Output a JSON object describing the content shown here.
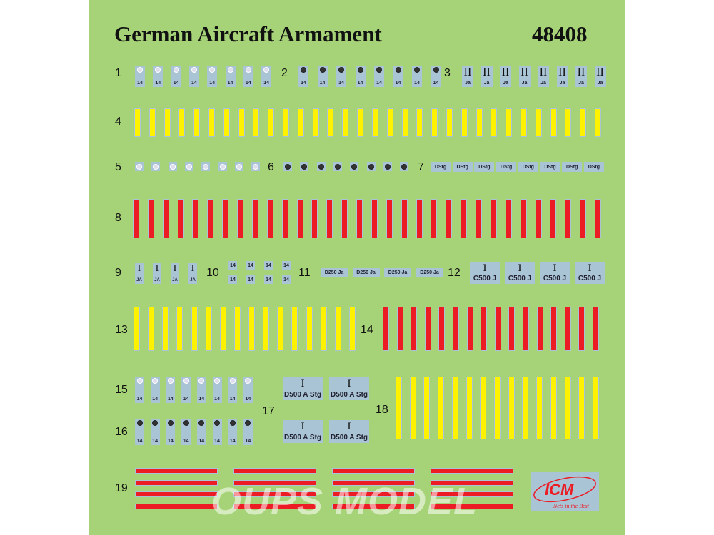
{
  "title": "German Aircraft Armament",
  "code": "48408",
  "labels": {
    "n1": "1",
    "n2": "2",
    "n3": "3",
    "n4": "4",
    "n5": "5",
    "n6": "6",
    "n7": "7",
    "n8": "8",
    "n9": "9",
    "n10": "10",
    "n11": "11",
    "n12": "12",
    "n13": "13",
    "n14": "14",
    "n15": "15",
    "n16": "16",
    "n17": "17",
    "n18": "18",
    "n19": "19"
  },
  "decals": {
    "set1": {
      "count": 8,
      "text": "14",
      "symbol": "light-roundel"
    },
    "set2": {
      "count": 8,
      "text": "14",
      "symbol": "dark-roundel"
    },
    "set3": {
      "count": 8,
      "top": "II",
      "bottom": "Ja"
    },
    "set4": {
      "count": 32,
      "color": "#fff200"
    },
    "set5": {
      "count": 8,
      "symbol": "light-roundel"
    },
    "set6": {
      "count": 8,
      "symbol": "dark-roundel"
    },
    "set7": {
      "count": 8,
      "text": "DStg"
    },
    "set8": {
      "count": 32,
      "color": "#ec1c24"
    },
    "set9": {
      "count": 4,
      "top": "I",
      "bottom": "JA"
    },
    "set10": {
      "count": 8,
      "text": "14"
    },
    "set11": {
      "count": 4,
      "text": "D250 Ja"
    },
    "set12": {
      "count": 4,
      "top": "I",
      "bottom": "C500 J"
    },
    "set13": {
      "count": 16,
      "color": "#fff200"
    },
    "set14": {
      "count": 16,
      "color": "#ec1c24"
    },
    "set15": {
      "count": 8,
      "text": "14",
      "symbol": "light-roundel"
    },
    "set16": {
      "count": 8,
      "text": "14",
      "symbol": "dark-roundel"
    },
    "set17": {
      "count": 4,
      "top": "I",
      "bottom": "D500 A Stg"
    },
    "set18": {
      "count": 15,
      "color": "#fff200"
    },
    "set19": {
      "groups": 4,
      "stripes_per_group": 4,
      "color": "#ec1c24"
    }
  },
  "logo": {
    "brand": "ICM",
    "tagline": "Nets in the Best"
  },
  "watermark": "OUPS MODEL"
}
